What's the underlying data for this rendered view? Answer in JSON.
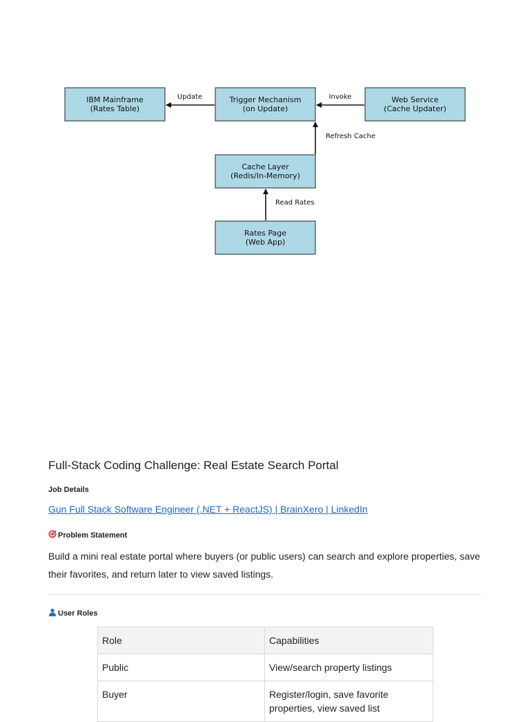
{
  "diagram": {
    "nodes": {
      "mainframe": [
        "IBM Mainframe",
        "(Rates Table)"
      ],
      "trigger": [
        "Trigger Mechanism",
        "(on Update)"
      ],
      "webservice": [
        "Web Service",
        "(Cache Updater)"
      ],
      "cache": [
        "Cache Layer",
        "(Redis/In-Memory)"
      ],
      "ratespage": [
        "Rates Page",
        "(Web App)"
      ]
    },
    "edges": {
      "update": "Update",
      "invoke": "Invoke",
      "refresh": "Refresh Cache",
      "read": "Read Rates"
    },
    "node_fill": "#add8e6"
  },
  "doc": {
    "title": "Full-Stack Coding Challenge: Real Estate Search Portal",
    "job_details_heading": "Job Details",
    "job_link": "Gun Full Stack Software Engineer (.NET + ReactJS) | BrainXero | LinkedIn",
    "problem_heading": "Problem Statement",
    "problem_icon": "target-icon",
    "problem_text": "Build a mini real estate portal where buyers (or public users) can search and explore properties, save their favorites, and return later to view saved listings.",
    "roles_heading": "User Roles",
    "roles_icon": "user-icon",
    "link_color": "#1a66d6"
  },
  "roles_table": {
    "headers": [
      "Role",
      "Capabilities"
    ],
    "rows": [
      [
        "Public",
        "View/search property listings"
      ],
      [
        "Buyer",
        "Register/login, save favorite properties, view saved list"
      ]
    ]
  }
}
